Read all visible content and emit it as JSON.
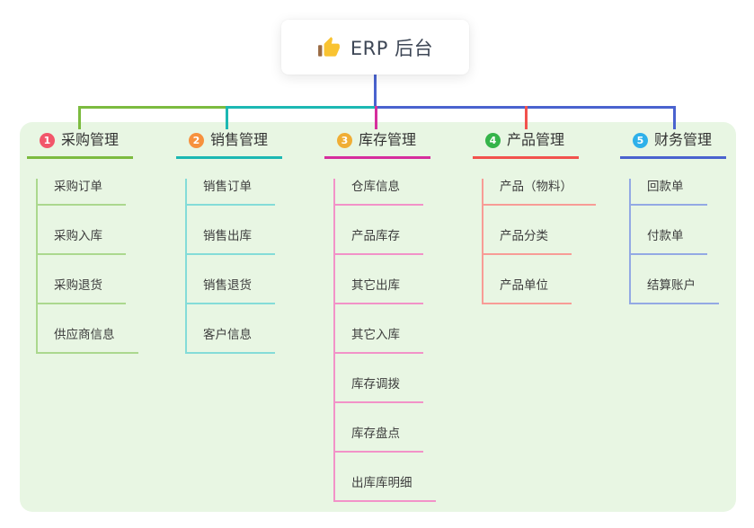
{
  "root": {
    "title": "ERP 后台",
    "icon": "thumbs-up-icon"
  },
  "colors": {
    "page_bg": "#ffffff",
    "panel_bg": "#e8f6e3",
    "card_bg": "#ffffff",
    "root_line": "#4a63cf",
    "title_text": "#3e4756",
    "header_text": "#333333",
    "child_text": "#3d3d3d",
    "icon_gold": "#f9c331",
    "icon_cuff": "#9a6a43"
  },
  "branches": [
    {
      "index": "1",
      "label": "采购管理",
      "badge_color": "#f2566a",
      "line_color": "#7cbb3f",
      "child_line_color": "#abd88e",
      "children": [
        "采购订单",
        "采购入库",
        "采购退货",
        "供应商信息"
      ]
    },
    {
      "index": "2",
      "label": "销售管理",
      "badge_color": "#f7913d",
      "line_color": "#1cb8b3",
      "child_line_color": "#84dcd8",
      "children": [
        "销售订单",
        "销售出库",
        "销售退货",
        "客户信息"
      ]
    },
    {
      "index": "3",
      "label": "库存管理",
      "badge_color": "#f0ae35",
      "line_color": "#d62e9d",
      "child_line_color": "#f292c8",
      "children": [
        "仓库信息",
        "产品库存",
        "其它出库",
        "其它入库",
        "库存调拨",
        "库存盘点",
        "出库库明细"
      ]
    },
    {
      "index": "4",
      "label": "产品管理",
      "badge_color": "#35b44a",
      "line_color": "#f2524d",
      "child_line_color": "#f89c96",
      "children": [
        "产品（物料）",
        "产品分类",
        "产品单位"
      ]
    },
    {
      "index": "5",
      "label": "财务管理",
      "badge_color": "#2eb1ea",
      "line_color": "#4a63cf",
      "child_line_color": "#93a9e4",
      "children": [
        "回款单",
        "付款单",
        "结算账户"
      ]
    }
  ]
}
